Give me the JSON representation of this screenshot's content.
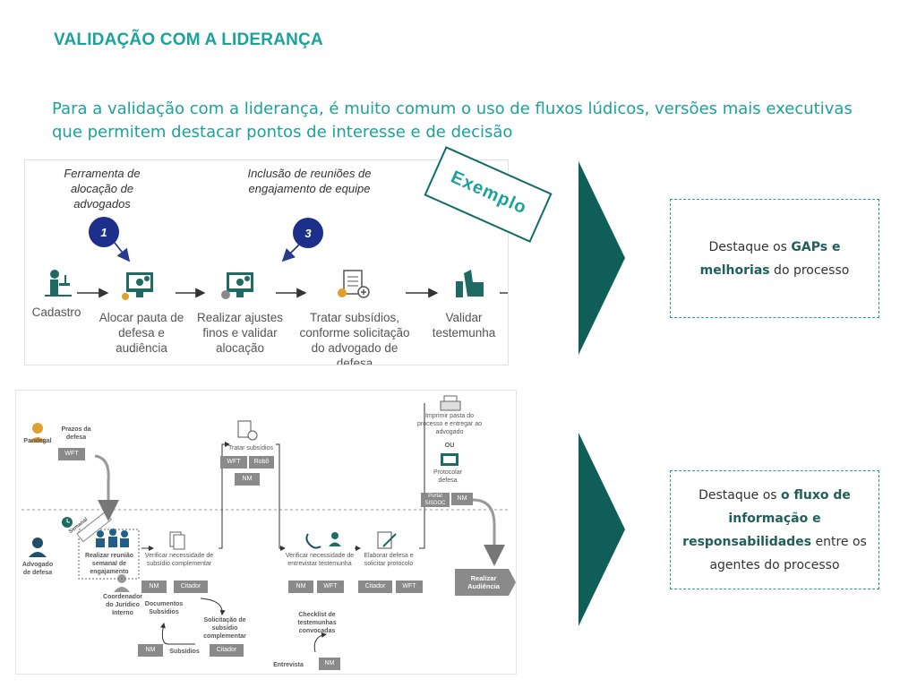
{
  "title": "VALIDAÇÃO COM A LIDERANÇA",
  "subtitle": "Para a validação com a liderança, é muito comum o uso de fluxos lúdicos, versões mais executivas que permitem destacar pontos de interesse e de decisão",
  "stamp": "Exemplo",
  "colors": {
    "accent": "#1aa39a",
    "dark_teal": "#0f5e58",
    "tag_gray": "#8a8a8a"
  },
  "box1": {
    "pre": "Destaque os ",
    "bold1": "GAPs e",
    "bold2": "melhorias",
    "post": " do processo"
  },
  "box2": {
    "pre": "Destaque os ",
    "bold1": "o fluxo de",
    "bold2": "informação e",
    "bold3": "responsabilidades",
    "post1": " entre os",
    "post2": "agentes do processo"
  },
  "flow1": {
    "callout1": "Ferramenta de alocação de advogados",
    "callout3": "Inclusão de reuniões de engajamento de equipe",
    "badge1": "1",
    "badge3": "3",
    "steps": [
      "Cadastro",
      "Alocar pauta de defesa e audiência",
      "Realizar ajustes finos e validar alocação",
      "Tratar subsídios, conforme solicitação do advogado de defesa",
      "Validar testemunha"
    ],
    "icons": [
      "person-at-desk-icon",
      "monitor-gear-icon",
      "monitor-gear-icon",
      "document-plus-icon",
      "thumbs-up-icon"
    ]
  },
  "flow2": {
    "paralegal": "Paralegal",
    "prazos": "Prazos da defesa",
    "wft1": "WFT",
    "semanal": "Semanal",
    "advogado": "Advogado de defesa",
    "reuniao": "Realizar reunião semanal de engajamento",
    "coordenador": "Coordenador do Jurídico Interno",
    "verificar_sub": "Verificar necessidade de subsídio complementar",
    "nm1": "NM",
    "citador1": "Citador",
    "docs": "Documentos Subsídios",
    "solicitacao": "Solicitação de subsídio complementar",
    "nm2": "NM",
    "subsidios": "Subsídios",
    "citador2": "Citador",
    "tratar": "Tratar subsídios",
    "wft2": "WFT",
    "robo": "Robô",
    "nm3": "NM",
    "verificar_test": "Verificar necessidade de entrevistar testemunha",
    "nm4": "NM",
    "wft3": "WFT",
    "checklist": "Checklist de testemunhas convocadas",
    "entrevista": "Entrevista",
    "nm5": "NM",
    "elaborar": "Elaborar defesa e solicitar protocolo",
    "citador3": "Citador",
    "wft4": "WFT",
    "imprimir": "Imprimir pasta do processo e entregar ao advogado",
    "ou": "OU",
    "protocolar": "Protocolar defesa",
    "portal": "Portal SISDOC",
    "nm6": "NM",
    "realizar": "Realizar Audiência"
  }
}
